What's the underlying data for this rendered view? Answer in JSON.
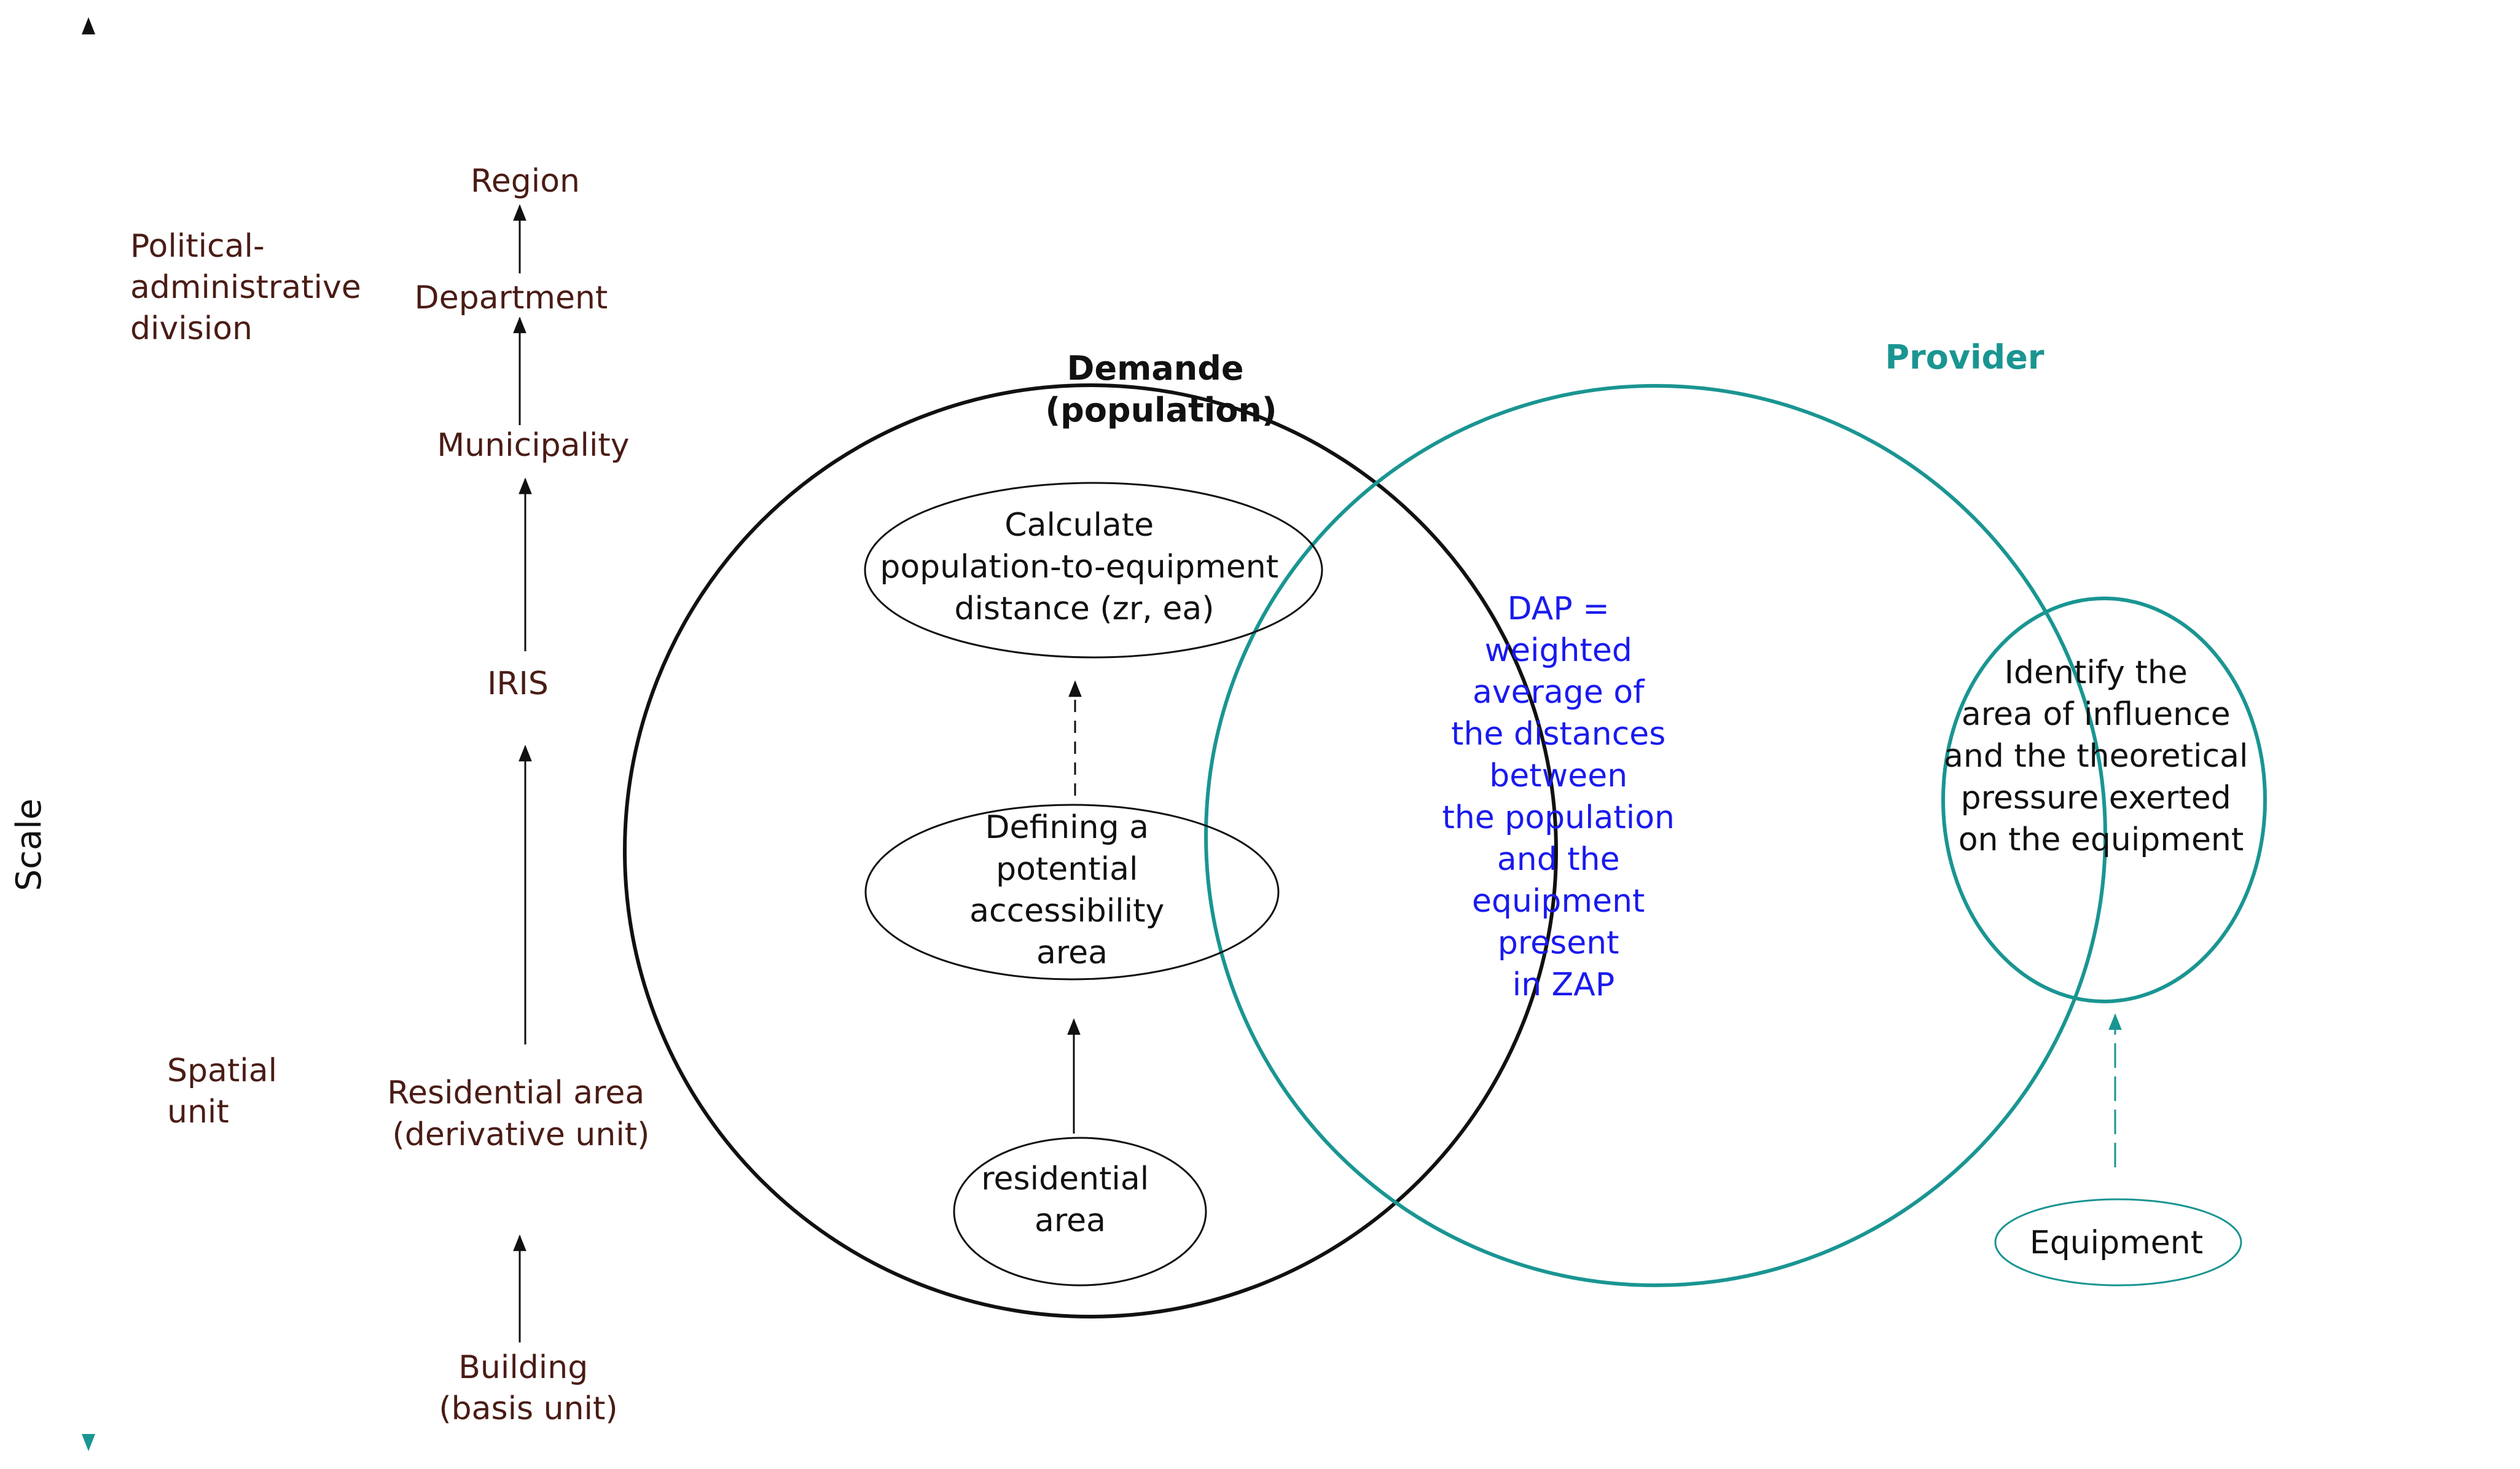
{
  "scale_label": "Scale",
  "left_categories": {
    "political": [
      "Political-",
      "administrative",
      "division"
    ],
    "spatial": [
      "Spatial",
      "unit"
    ]
  },
  "hierarchy": {
    "region": "Region",
    "department": "Department",
    "municipality": "Municipality",
    "iris": "IRIS",
    "residential_area": [
      "Residential area",
      "(derivative unit)"
    ],
    "building": [
      "Building",
      "(basis unit)"
    ]
  },
  "demand": {
    "title": [
      "Demande",
      "(population)"
    ],
    "calculate": [
      "Calculate",
      "population-to-equipment",
      "distance (zr, ea)"
    ],
    "defining": [
      "Defining a",
      "potential",
      "accessibility",
      "area"
    ],
    "residential": [
      "residential",
      "area"
    ]
  },
  "provider": {
    "title": "Provider",
    "identify": [
      "Identify the",
      "area of influence",
      "and the theoretical",
      "pressure exerted",
      "on the equipment"
    ],
    "equipment": "Equipment"
  },
  "intersection": {
    "dap": [
      "DAP =",
      "weighted",
      "average of",
      "the distances",
      "between",
      "the population",
      "and the",
      "equipment",
      "present",
      "in ZAP"
    ]
  },
  "colors": {
    "maroon_text": "#4a1c16",
    "teal": "#1a9592",
    "blue_text": "#1a1aee",
    "black": "#111111"
  }
}
